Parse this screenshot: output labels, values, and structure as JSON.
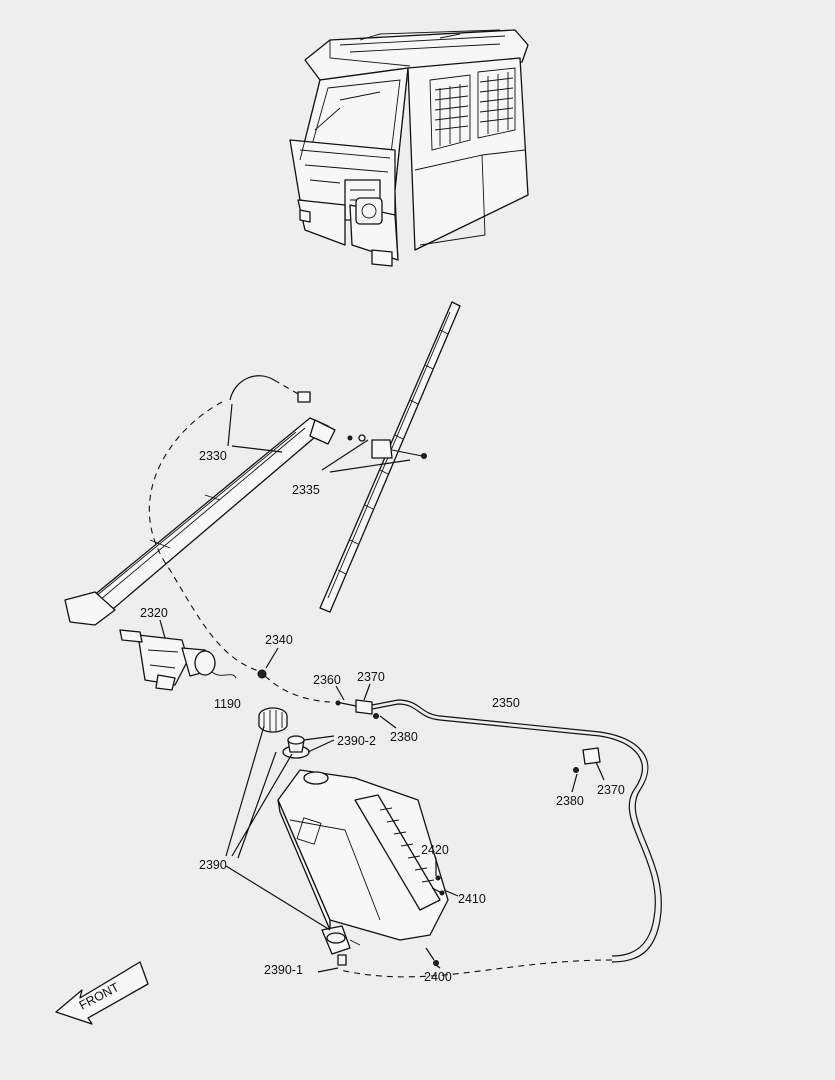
{
  "callouts": {
    "c2330": "2330",
    "c2335": "2335",
    "c2320": "2320",
    "c2340": "2340",
    "c1190": "1190",
    "c2360": "2360",
    "c2370a": "2370",
    "c2350": "2350",
    "c2390_2": "2390-2",
    "c2380a": "2380",
    "c2380b": "2380",
    "c2370b": "2370",
    "c2420": "2420",
    "c2390": "2390",
    "c2410": "2410",
    "c2390_1": "2390-1",
    "c2400": "2400"
  },
  "front_arrow": {
    "label": "FRONT"
  },
  "colors": {
    "background": "#eeeeee",
    "line": "#111111",
    "fill": "#f7f7f7"
  }
}
